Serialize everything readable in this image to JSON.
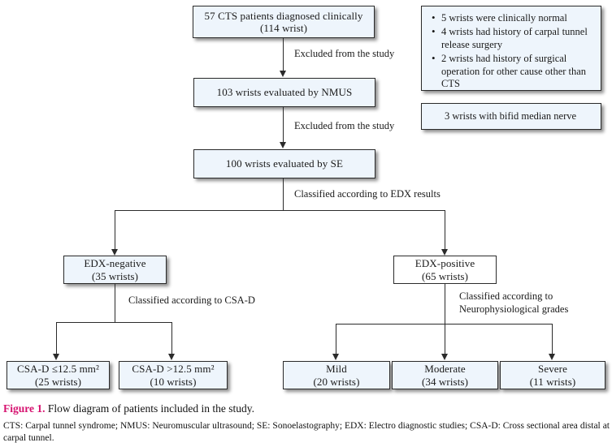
{
  "figure": {
    "caption_label": "Figure 1.",
    "caption_text": " Flow diagram of patients included in the study.",
    "footnote": "CTS: Carpal tunnel syndrome; NMUS: Neuromuscular ultrasound; SE: Sonoelastography; EDX: Electro diagnostic studies; CSA-D: Cross sectional area distal at carpal tunnel."
  },
  "nodes": {
    "cts_patients": {
      "line1": "57 CTS patients diagnosed clinically",
      "line2": "(114 wrist)"
    },
    "nmus": {
      "line1": "103 wrists evaluated by NMUS"
    },
    "se": {
      "line1": "100 wrists evaluated by SE"
    },
    "edx_negative": {
      "line1": "EDX-negative",
      "line2": "(35 wrists)"
    },
    "edx_positive": {
      "line1": "EDX-positive",
      "line2": "(65 wrists)"
    },
    "csa_low": {
      "line1": "CSA-D ≤12.5 mm²",
      "line2": "(25 wrists)"
    },
    "csa_high": {
      "line1": "CSA-D >12.5 mm²",
      "line2": "(10 wrists)"
    },
    "mild": {
      "line1": "Mild",
      "line2": "(20 wrists)"
    },
    "moderate": {
      "line1": "Moderate",
      "line2": "(34 wrists)"
    },
    "severe": {
      "line1": "Severe",
      "line2": "(11 wrists)"
    }
  },
  "edge_labels": {
    "excluded_1": "Excluded from the study",
    "excluded_2": "Excluded from the study",
    "classified_edx": "Classified according to EDX results",
    "classified_csad": "Classified according to CSA-D",
    "classified_grades": "Classified according to\nNeurophysiological grades"
  },
  "notes": {
    "exclusions": {
      "items": [
        "5 wrists were clinically normal",
        "4 wrists had history of carpal tunnel release surgery",
        "2 wrists had history of surgical operation for other cause other than CTS"
      ]
    },
    "bifid": {
      "text": "3 wrists with bifid median nerve"
    }
  },
  "colors": {
    "box_fill": "#eef5fc",
    "box_border": "#2b2b2b",
    "figure_label": "#d6116f"
  }
}
